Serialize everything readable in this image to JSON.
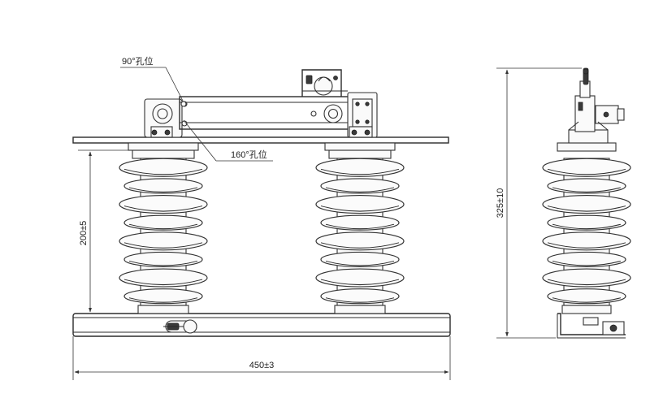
{
  "labels": {
    "hole_90": "90°孔位",
    "hole_160": "160°孔位",
    "width": "450±3",
    "height_insulator": "200±5",
    "height_total": "325±10"
  },
  "colors": {
    "line": "#2b2b2b",
    "background": "#ffffff"
  }
}
